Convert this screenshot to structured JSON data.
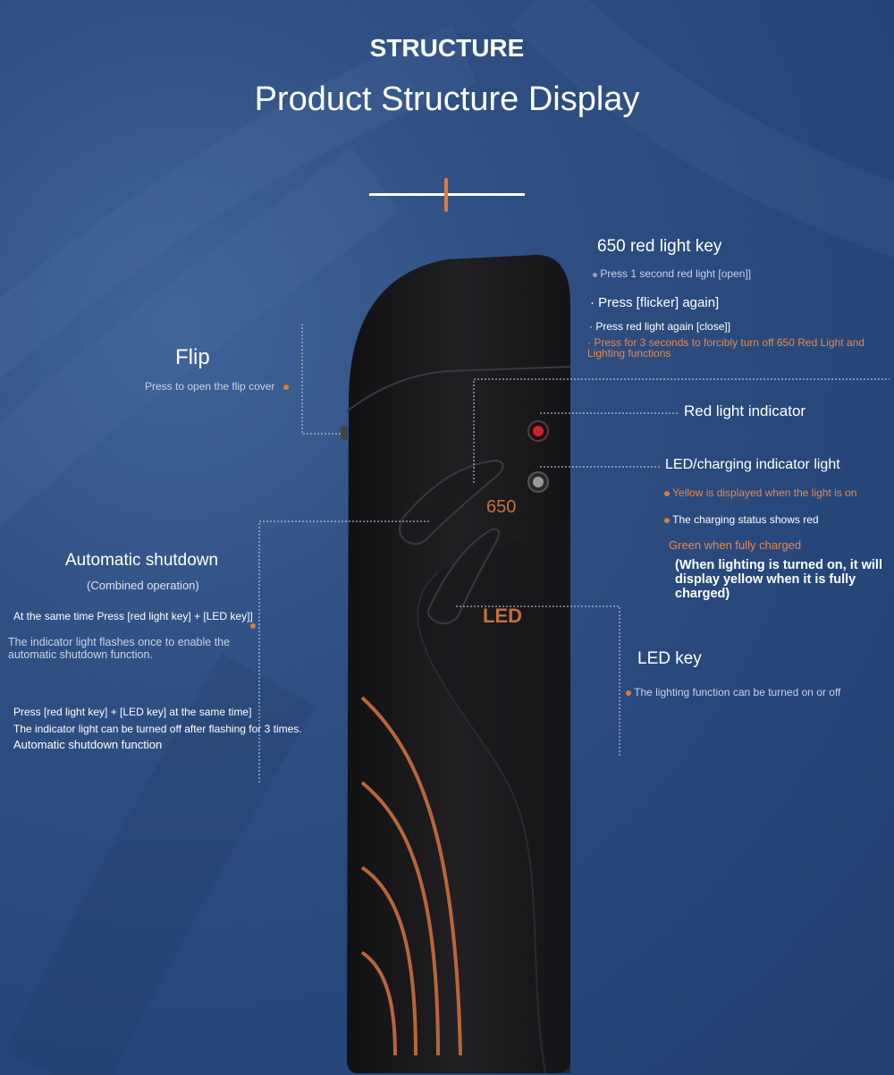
{
  "header": {
    "section": "STRUCTURE",
    "title": "Product Structure Display"
  },
  "device": {
    "label_650": "650",
    "label_led": "LED"
  },
  "red_key": {
    "title": "650 red light key",
    "line1": "Press 1 second red light [open]]",
    "line2": "· Press [flicker] again]",
    "line3": "· Press red light again [close]]",
    "line4": "· Press for 3 seconds to forcibly turn off 650 Red Light and Lighting functions"
  },
  "flip": {
    "title": "Flip",
    "desc": "Press to open the flip cover"
  },
  "red_indicator": {
    "title": "Red light indicator"
  },
  "led_indicator": {
    "title": "LED/charging indicator light",
    "line1": "Yellow is displayed when the light is on",
    "line2": "The charging status shows red",
    "line3": "Green when fully charged",
    "line4": "(When lighting is turned on, it will display yellow when it is fully charged)"
  },
  "auto_shutdown": {
    "title": "Automatic shutdown",
    "subtitle": "(Combined operation)",
    "line1": "At the same time Press [red light key] + [LED key]]",
    "line2": "The indicator light flashes once to enable the automatic shutdown function.",
    "line3": "Press [red light key] + [LED key] at the same time]",
    "line4": "The indicator light can be turned off after flashing for 3 times.",
    "line5": "Automatic shutdown function"
  },
  "led_key": {
    "title": "LED key",
    "desc": "The lighting function can be turned on or off"
  },
  "colors": {
    "accent": "#e07a3a",
    "background": "#2f4f82",
    "device": "#1c1c1e"
  }
}
